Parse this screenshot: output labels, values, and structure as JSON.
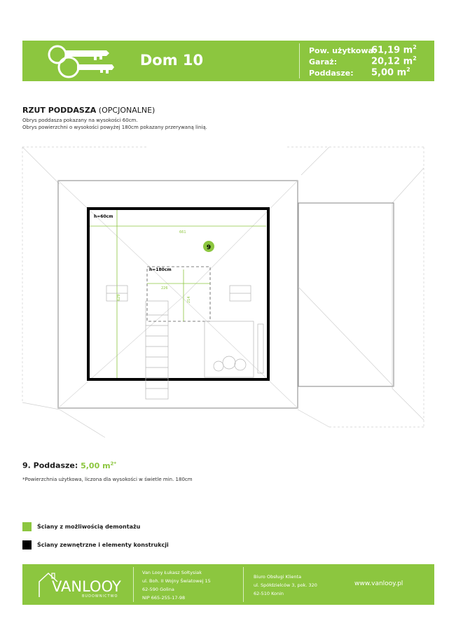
{
  "header": {
    "title": "Dom 10",
    "stats": [
      {
        "label": "Pow. użytkowa:",
        "value": "61,19 m",
        "sup": "2"
      },
      {
        "label": "Garaż:",
        "value": "20,12 m",
        "sup": "2"
      },
      {
        "label": "Poddasze:",
        "value": "5,00 m",
        "sup": "2"
      }
    ]
  },
  "plan": {
    "title": "RZUT PODDASZA",
    "title_suffix": " (OPCJONALNE)",
    "notes": [
      "Obrys poddasza pokazany na wysokości 60cm.",
      "Obrys powierzchni o wysokości powyżej 180cm pokazany przerywaną linią."
    ],
    "labels": {
      "h60": "h=60cm",
      "h180": "h=180cm",
      "dim_661": "661",
      "dim_629": "629",
      "dim_226": "226",
      "dim_214": "214",
      "room_no": "9"
    }
  },
  "summary": {
    "label": "9.  Poddasze: ",
    "value": "5,00 m",
    "sup": "2*",
    "footnote": "*Powierzchnia użytkowa, liczona dla wysokości w świetle min. 180cm"
  },
  "legend": {
    "items": [
      {
        "label": "Ściany z możliwością demontażu",
        "color": "#8cc63f"
      },
      {
        "label": "Ściany zewnętrzne i elementy konstrukcji",
        "color": "#000000"
      }
    ]
  },
  "footer": {
    "brand": "VANLOOY",
    "brand_sub": "BUDOWNICTWO",
    "company": [
      "Van Looy Łukasz Sołtysiak",
      "ul. Boh. II Wojny Światowej 15",
      "62-590 Golina",
      "NIP 665-255-17-98"
    ],
    "office": [
      "Biuro Obsługi Klienta",
      "ul. Spółdzielców 3, pok. 320",
      "62-510 Konin"
    ],
    "website": "www.vanlooy.pl"
  },
  "colors": {
    "accent": "#8cc63f",
    "wall": "#000000"
  }
}
